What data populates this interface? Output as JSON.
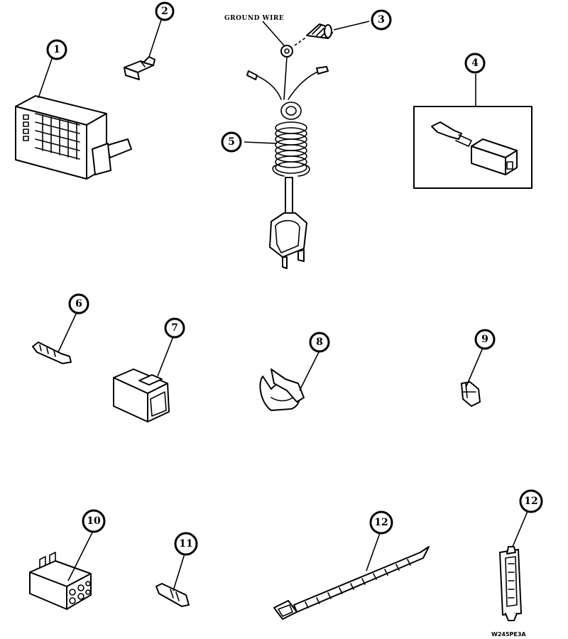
{
  "labels": {
    "ground_wire": "GROUND WIRE",
    "drawing_number": "W245PE3A"
  },
  "callouts": [
    "1",
    "2",
    "3",
    "4",
    "5",
    "6",
    "7",
    "8",
    "9",
    "10",
    "11",
    "12",
    "12"
  ],
  "colors": {
    "line": "#000000",
    "paper": "#ffffff"
  }
}
